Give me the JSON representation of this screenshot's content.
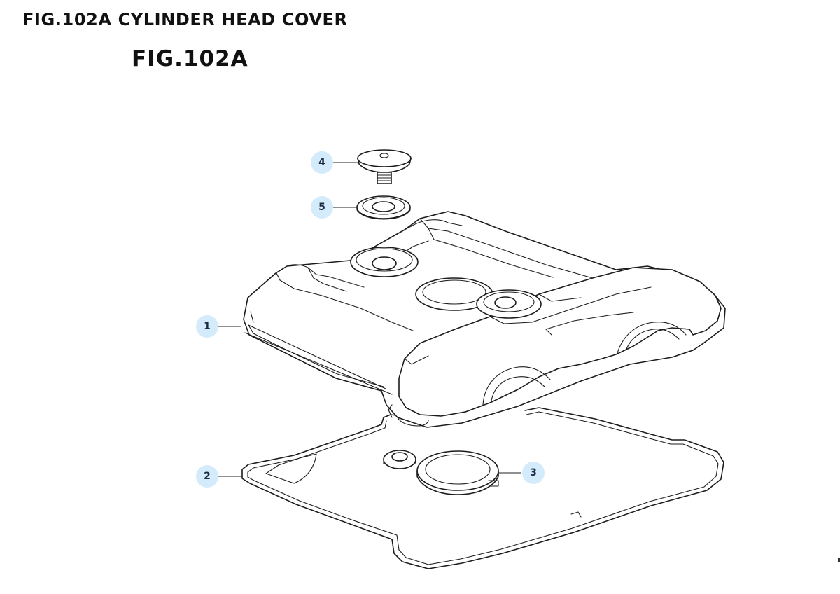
{
  "page": {
    "header": "FIG.102A CYLINDER HEAD COVER",
    "figure_title": "FIG.102A"
  },
  "callouts": [
    {
      "label": "1"
    },
    {
      "label": "2"
    },
    {
      "label": "3"
    },
    {
      "label": "4"
    },
    {
      "label": "5"
    }
  ]
}
